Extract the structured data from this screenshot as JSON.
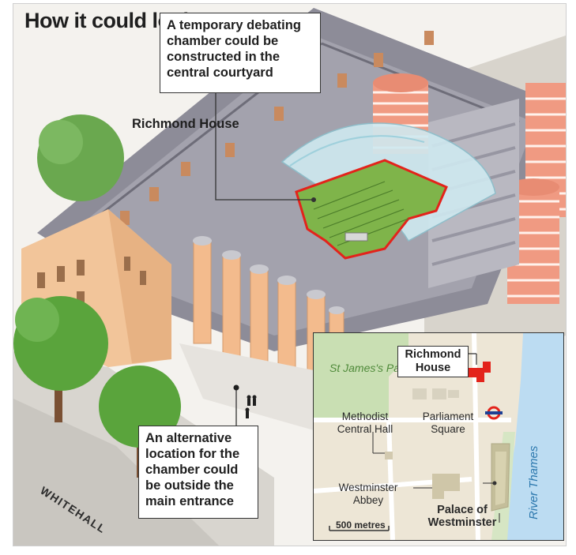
{
  "title": "How it could look",
  "callouts": {
    "courtyard": "A temporary debating chamber could be constructed in the central courtyard",
    "entrance": "An alternative location for the chamber could be outside the main entrance"
  },
  "labels": {
    "richmond_house": "Richmond House",
    "street": "WHITEHALL"
  },
  "map": {
    "park": "St James's Park",
    "richmond_house": "Richmond House",
    "methodist_hall": "Methodist Central Hall",
    "parliament_square": "Parliament Square",
    "westminster_abbey": "Westminster Abbey",
    "palace": "Palace of Westminster",
    "river": "River Thames",
    "scale": "500 metres"
  },
  "colors": {
    "highlight_red": "#e3231b",
    "park_green": "#c9dfb3",
    "river_blue": "#bcdcf2",
    "roof_grey": "#8d8c98",
    "stone_orange": "#f2c59a",
    "tree_green": "#5aa43c"
  },
  "icons": [
    "underground-roundel-icon"
  ]
}
